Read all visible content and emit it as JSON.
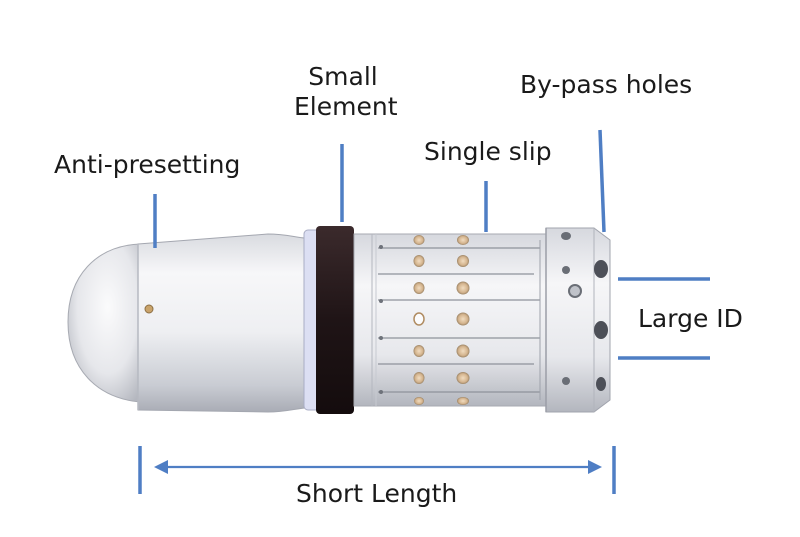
{
  "labels": {
    "small_element_line1": "Small",
    "small_element_line2": "Element",
    "bypass_holes": "By-pass holes",
    "single_slip": "Single slip",
    "anti_presetting": "Anti-presetting",
    "large_id": "Large ID",
    "short_length": "Short Length"
  },
  "colors": {
    "leader_line": "#4f7ec4",
    "element_band": "#2a1a1c",
    "body_light": "#f4f4f6",
    "body_shadow": "#b9bcc4"
  }
}
